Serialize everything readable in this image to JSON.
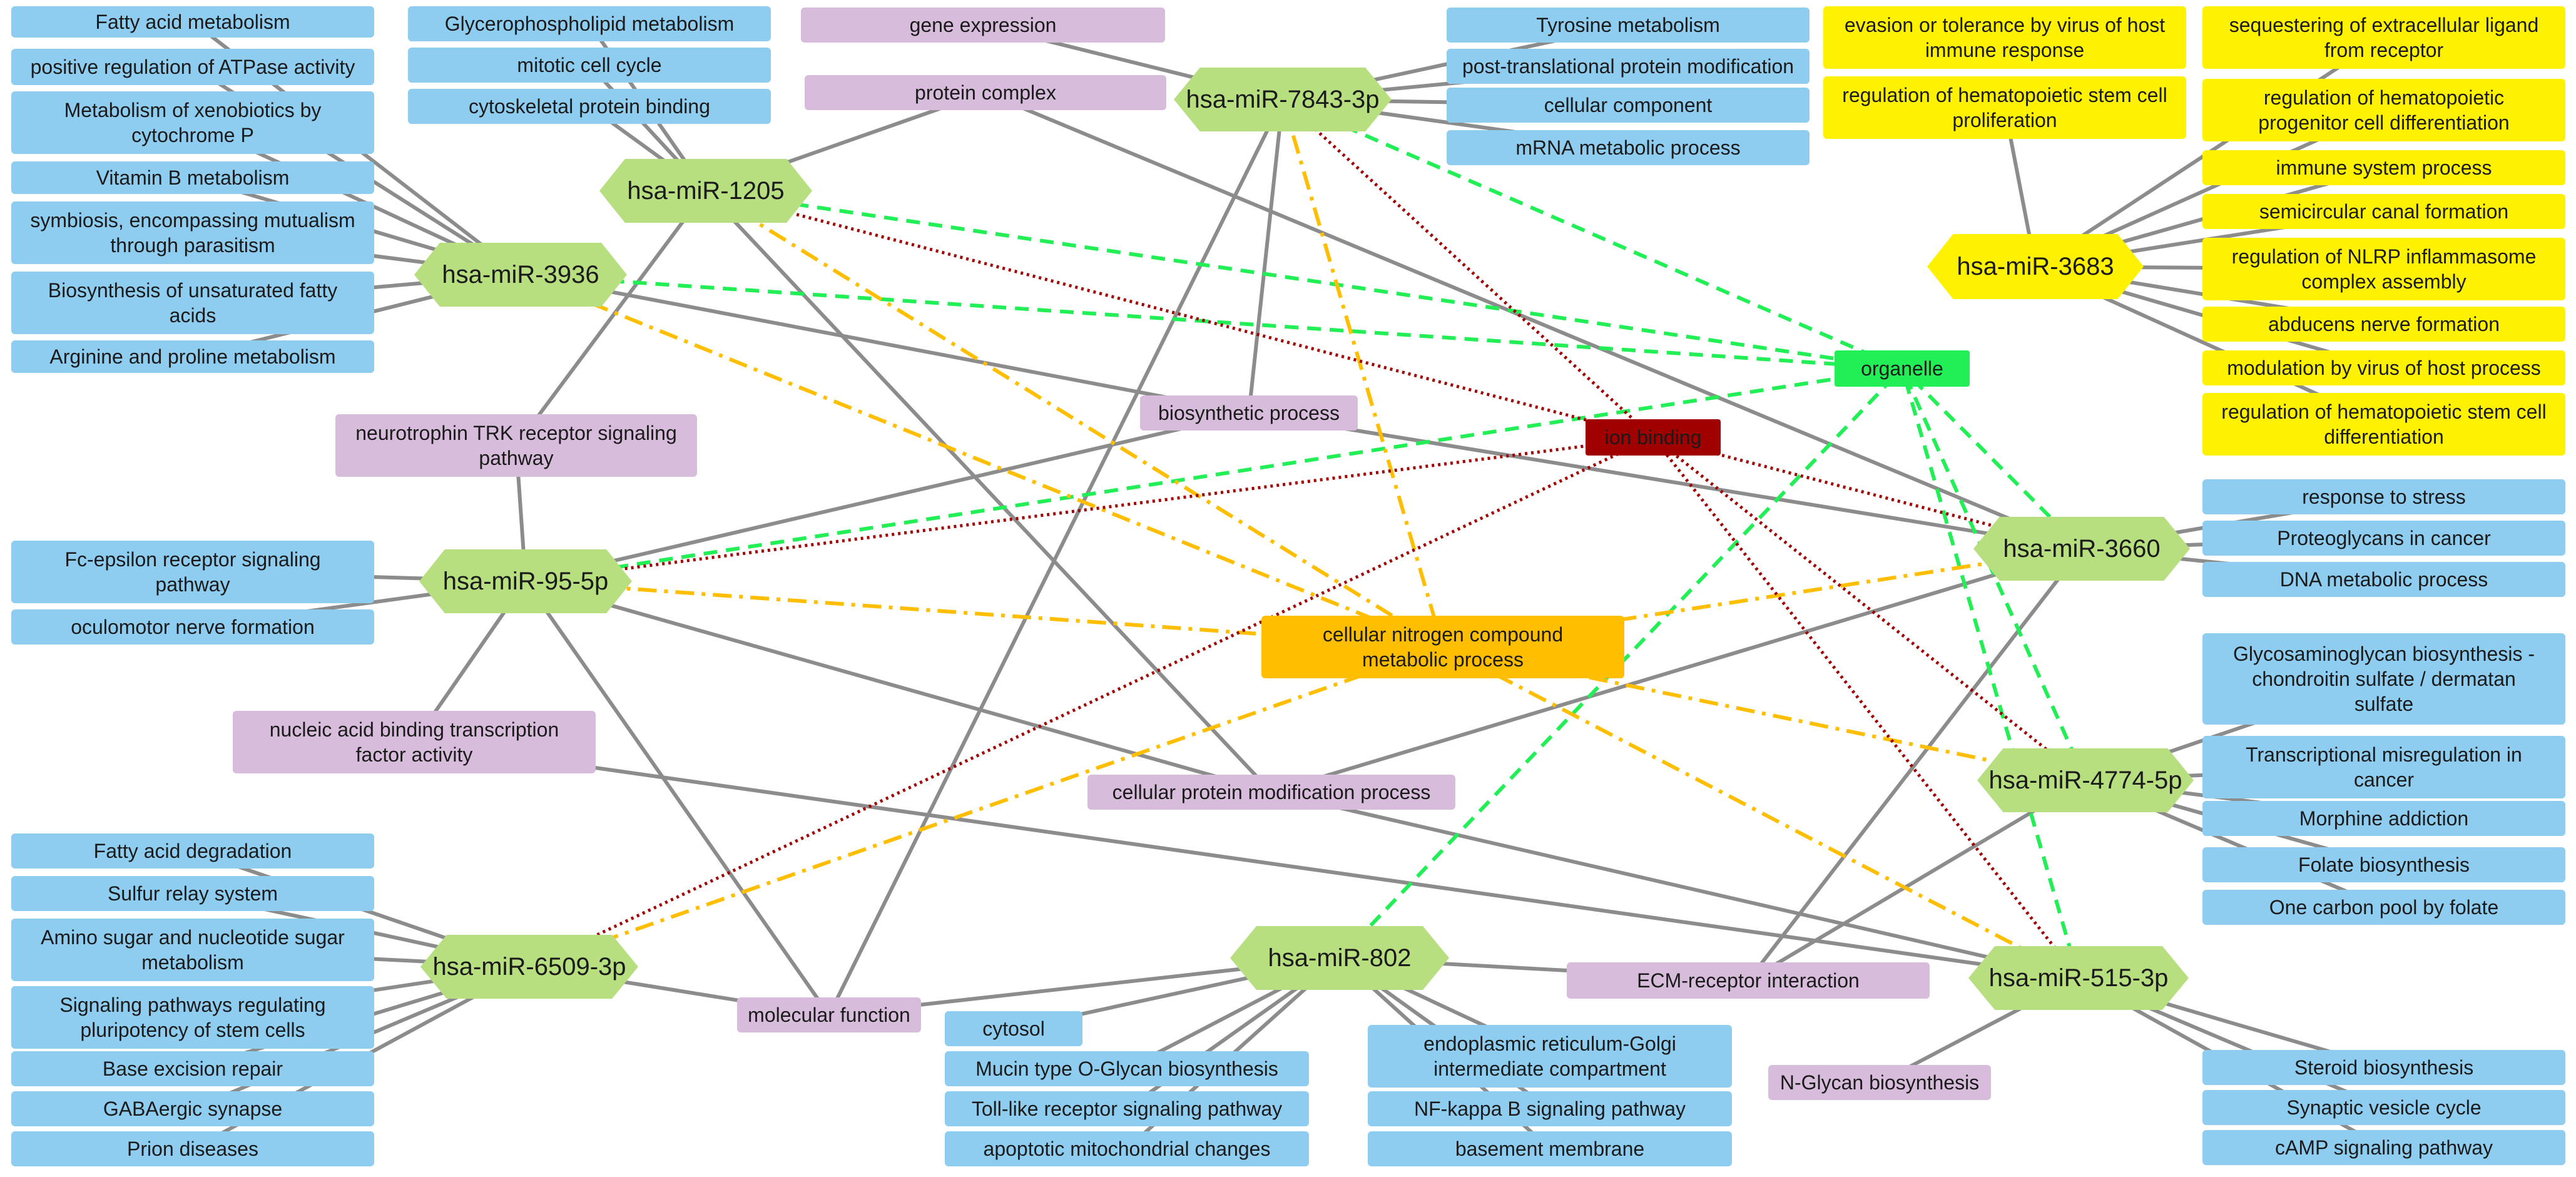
{
  "colors": {
    "grey_edge": "#8c8c8c",
    "green_dash": "#22ee55",
    "orange_dashdot": "#ffbe00",
    "darkred_dot": "#a00000",
    "mirna_node": "#b7df80",
    "kegg_node": "#8ecdf0",
    "go_node": "#d8bcdc",
    "yellow_node": "#fff200"
  },
  "nodes": [
    {
      "id": "fatty_acid_metabolism",
      "label": "Fatty acid metabolism",
      "style": "blue"
    },
    {
      "id": "pos_reg_atpase",
      "label": "positive regulation of ATPase activity",
      "style": "blue"
    },
    {
      "id": "xenobiotics",
      "label": "Metabolism of xenobiotics by\ncytochrome P",
      "style": "blue"
    },
    {
      "id": "vitamin_b",
      "label": "Vitamin B metabolism",
      "style": "blue"
    },
    {
      "id": "symbiosis",
      "label": "symbiosis, encompassing mutualism\nthrough parasitism",
      "style": "blue"
    },
    {
      "id": "unsat_fatty",
      "label": "Biosynthesis of unsaturated fatty\nacids",
      "style": "blue"
    },
    {
      "id": "arginine",
      "label": "Arginine and proline metabolism",
      "style": "blue"
    },
    {
      "id": "glycerophospho",
      "label": "Glycerophospholipid metabolism",
      "style": "blue"
    },
    {
      "id": "mitotic",
      "label": "mitotic cell cycle",
      "style": "blue"
    },
    {
      "id": "cytoskeletal",
      "label": "cytoskeletal protein binding",
      "style": "blue"
    },
    {
      "id": "gene_expression",
      "label": "gene expression",
      "style": "purple"
    },
    {
      "id": "protein_complex",
      "label": "protein complex",
      "style": "purple"
    },
    {
      "id": "tyrosine",
      "label": "Tyrosine metabolism",
      "style": "blue"
    },
    {
      "id": "ptm",
      "label": "post-translational protein modification",
      "style": "blue"
    },
    {
      "id": "cell_component",
      "label": "cellular component",
      "style": "blue"
    },
    {
      "id": "mrna_metabolic",
      "label": "mRNA metabolic process",
      "style": "blue"
    },
    {
      "id": "evasion",
      "label": "evasion or tolerance by virus of host\nimmune response",
      "style": "yellow"
    },
    {
      "id": "reg_hsc_prolif",
      "label": "regulation of hematopoietic stem cell\nproliferation",
      "style": "yellow"
    },
    {
      "id": "sequestering",
      "label": "sequestering of extracellular ligand\nfrom receptor",
      "style": "yellow"
    },
    {
      "id": "reg_hpcd",
      "label": "regulation of hematopoietic\nprogenitor cell differentiation",
      "style": "yellow"
    },
    {
      "id": "immune",
      "label": "immune system process",
      "style": "yellow"
    },
    {
      "id": "semicircular",
      "label": "semicircular canal formation",
      "style": "yellow"
    },
    {
      "id": "nlrp",
      "label": "regulation of NLRP inflammasome\ncomplex assembly",
      "style": "yellow"
    },
    {
      "id": "abducens",
      "label": "abducens nerve formation",
      "style": "yellow"
    },
    {
      "id": "modulation_virus",
      "label": "modulation by virus of host process",
      "style": "yellow"
    },
    {
      "id": "reg_hsc_diff",
      "label": "regulation of hematopoietic stem cell\ndifferentiation",
      "style": "yellow"
    },
    {
      "id": "organelle",
      "label": "organelle",
      "style": "green"
    },
    {
      "id": "ion_binding",
      "label": "ion binding",
      "style": "darkred"
    },
    {
      "id": "biosynthetic",
      "label": "biosynthetic process",
      "style": "purple"
    },
    {
      "id": "neurotrophin",
      "label": "neurotrophin TRK receptor signaling\npathway",
      "style": "purple"
    },
    {
      "id": "fc_epsilon",
      "label": "Fc-epsilon receptor signaling\npathway",
      "style": "blue"
    },
    {
      "id": "oculomotor",
      "label": "oculomotor nerve formation",
      "style": "blue"
    },
    {
      "id": "cnc",
      "label": "cellular nitrogen compound\nmetabolic process",
      "style": "orange"
    },
    {
      "id": "response_stress",
      "label": "response to stress",
      "style": "blue"
    },
    {
      "id": "proteoglycans",
      "label": "Proteoglycans in cancer",
      "style": "blue"
    },
    {
      "id": "dna_metabolic",
      "label": "DNA metabolic process",
      "style": "blue"
    },
    {
      "id": "nabtf",
      "label": "nucleic acid binding transcription\nfactor activity",
      "style": "purple"
    },
    {
      "id": "cpmp",
      "label": "cellular protein modification process",
      "style": "purple"
    },
    {
      "id": "gag",
      "label": "Glycosaminoglycan biosynthesis -\nchondroitin sulfate / dermatan\nsulfate",
      "style": "blue"
    },
    {
      "id": "transcriptional",
      "label": "Transcriptional misregulation in\ncancer",
      "style": "blue"
    },
    {
      "id": "morphine",
      "label": "Morphine addiction",
      "style": "blue"
    },
    {
      "id": "folate",
      "label": "Folate biosynthesis",
      "style": "blue"
    },
    {
      "id": "one_carbon",
      "label": "One carbon pool by folate",
      "style": "blue"
    },
    {
      "id": "fatty_deg",
      "label": "Fatty acid degradation",
      "style": "blue"
    },
    {
      "id": "sulfur",
      "label": "Sulfur relay system",
      "style": "blue"
    },
    {
      "id": "amino_sugar",
      "label": "Amino sugar and nucleotide sugar\nmetabolism",
      "style": "blue"
    },
    {
      "id": "pluripotency",
      "label": "Signaling pathways regulating\npluripotency of stem cells",
      "style": "blue"
    },
    {
      "id": "base_excision",
      "label": "Base excision repair",
      "style": "blue"
    },
    {
      "id": "gabaergic",
      "label": "GABAergic synapse",
      "style": "blue"
    },
    {
      "id": "prion",
      "label": "Prion diseases",
      "style": "blue"
    },
    {
      "id": "molecular_function",
      "label": "molecular function",
      "style": "purple"
    },
    {
      "id": "cytosol",
      "label": "cytosol",
      "style": "blue"
    },
    {
      "id": "mucin",
      "label": "Mucin type O-Glycan biosynthesis",
      "style": "blue"
    },
    {
      "id": "tlr",
      "label": "Toll-like receptor signaling pathway",
      "style": "blue"
    },
    {
      "id": "apoptotic",
      "label": "apoptotic mitochondrial changes",
      "style": "blue"
    },
    {
      "id": "er_golgi",
      "label": "endoplasmic reticulum-Golgi\nintermediate compartment",
      "style": "blue"
    },
    {
      "id": "nfkb",
      "label": "NF-kappa B signaling pathway",
      "style": "blue"
    },
    {
      "id": "basement",
      "label": "basement membrane",
      "style": "blue"
    },
    {
      "id": "ecm",
      "label": "ECM-receptor interaction",
      "style": "purple"
    },
    {
      "id": "nglycan",
      "label": "N-Glycan biosynthesis",
      "style": "purple"
    },
    {
      "id": "steroid",
      "label": "Steroid biosynthesis",
      "style": "blue"
    },
    {
      "id": "synaptic",
      "label": "Synaptic vesicle cycle",
      "style": "blue"
    },
    {
      "id": "camp",
      "label": "cAMP signaling pathway",
      "style": "blue"
    },
    {
      "id": "mir1205",
      "label": "hsa-miR-1205",
      "style": "mirna"
    },
    {
      "id": "mir3936",
      "label": "hsa-miR-3936",
      "style": "mirna"
    },
    {
      "id": "mir7843",
      "label": "hsa-miR-7843-3p",
      "style": "mirna"
    },
    {
      "id": "mir3683",
      "label": "hsa-miR-3683",
      "style": "mirna-y"
    },
    {
      "id": "mir95",
      "label": "hsa-miR-95-5p",
      "style": "mirna"
    },
    {
      "id": "mir3660",
      "label": "hsa-miR-3660",
      "style": "mirna"
    },
    {
      "id": "mir4774",
      "label": "hsa-miR-4774-5p",
      "style": "mirna"
    },
    {
      "id": "mir6509",
      "label": "hsa-miR-6509-3p",
      "style": "mirna"
    },
    {
      "id": "mir802",
      "label": "hsa-miR-802",
      "style": "mirna"
    },
    {
      "id": "mir515",
      "label": "hsa-miR-515-3p",
      "style": "mirna"
    }
  ],
  "edges": [
    [
      "mir3936",
      "fatty_acid_metabolism",
      "grey"
    ],
    [
      "mir3936",
      "pos_reg_atpase",
      "grey"
    ],
    [
      "mir3936",
      "xenobiotics",
      "grey"
    ],
    [
      "mir3936",
      "vitamin_b",
      "grey"
    ],
    [
      "mir3936",
      "symbiosis",
      "grey"
    ],
    [
      "mir3936",
      "unsat_fatty",
      "grey"
    ],
    [
      "mir3936",
      "arginine",
      "grey"
    ],
    [
      "mir3936",
      "biosynthetic",
      "grey"
    ],
    [
      "mir1205",
      "glycerophospho",
      "grey"
    ],
    [
      "mir1205",
      "mitotic",
      "grey"
    ],
    [
      "mir1205",
      "cytoskeletal",
      "grey"
    ],
    [
      "mir1205",
      "protein_complex",
      "grey"
    ],
    [
      "mir1205",
      "neurotrophin",
      "grey"
    ],
    [
      "mir1205",
      "cpmp",
      "grey"
    ],
    [
      "mir7843",
      "gene_expression",
      "grey"
    ],
    [
      "mir7843",
      "tyrosine",
      "grey"
    ],
    [
      "mir7843",
      "ptm",
      "grey"
    ],
    [
      "mir7843",
      "cell_component",
      "grey"
    ],
    [
      "mir7843",
      "mrna_metabolic",
      "grey"
    ],
    [
      "mir7843",
      "biosynthetic",
      "grey"
    ],
    [
      "mir7843",
      "molecular_function",
      "grey"
    ],
    [
      "mir3683",
      "reg_hsc_prolif",
      "grey"
    ],
    [
      "mir3683",
      "sequestering",
      "grey"
    ],
    [
      "mir3683",
      "reg_hpcd",
      "grey"
    ],
    [
      "mir3683",
      "immune",
      "grey"
    ],
    [
      "mir3683",
      "semicircular",
      "grey"
    ],
    [
      "mir3683",
      "nlrp",
      "grey"
    ],
    [
      "mir3683",
      "abducens",
      "grey"
    ],
    [
      "mir3683",
      "modulation_virus",
      "grey"
    ],
    [
      "mir3683",
      "reg_hsc_diff",
      "grey"
    ],
    [
      "mir95",
      "neurotrophin",
      "grey"
    ],
    [
      "mir95",
      "fc_epsilon",
      "grey"
    ],
    [
      "mir95",
      "oculomotor",
      "grey"
    ],
    [
      "mir95",
      "nabtf",
      "grey"
    ],
    [
      "mir95",
      "biosynthetic",
      "grey"
    ],
    [
      "mir95",
      "cpmp",
      "grey"
    ],
    [
      "mir95",
      "molecular_function",
      "grey"
    ],
    [
      "mir3660",
      "response_stress",
      "grey"
    ],
    [
      "mir3660",
      "proteoglycans",
      "grey"
    ],
    [
      "mir3660",
      "dna_metabolic",
      "grey"
    ],
    [
      "mir3660",
      "protein_complex",
      "grey"
    ],
    [
      "mir3660",
      "biosynthetic",
      "grey"
    ],
    [
      "mir3660",
      "cpmp",
      "grey"
    ],
    [
      "mir3660",
      "ecm",
      "grey"
    ],
    [
      "mir4774",
      "gag",
      "grey"
    ],
    [
      "mir4774",
      "transcriptional",
      "grey"
    ],
    [
      "mir4774",
      "morphine",
      "grey"
    ],
    [
      "mir4774",
      "folate",
      "grey"
    ],
    [
      "mir4774",
      "one_carbon",
      "grey"
    ],
    [
      "mir4774",
      "ecm",
      "grey"
    ],
    [
      "mir6509",
      "fatty_deg",
      "grey"
    ],
    [
      "mir6509",
      "sulfur",
      "grey"
    ],
    [
      "mir6509",
      "amino_sugar",
      "grey"
    ],
    [
      "mir6509",
      "pluripotency",
      "grey"
    ],
    [
      "mir6509",
      "base_excision",
      "grey"
    ],
    [
      "mir6509",
      "gabaergic",
      "grey"
    ],
    [
      "mir6509",
      "prion",
      "grey"
    ],
    [
      "mir6509",
      "molecular_function",
      "grey"
    ],
    [
      "mir802",
      "cytosol",
      "grey"
    ],
    [
      "mir802",
      "mucin",
      "grey"
    ],
    [
      "mir802",
      "tlr",
      "grey"
    ],
    [
      "mir802",
      "apoptotic",
      "grey"
    ],
    [
      "mir802",
      "er_golgi",
      "grey"
    ],
    [
      "mir802",
      "nfkb",
      "grey"
    ],
    [
      "mir802",
      "basement",
      "grey"
    ],
    [
      "mir802",
      "ecm",
      "grey"
    ],
    [
      "mir802",
      "molecular_function",
      "grey"
    ],
    [
      "mir515",
      "nabtf",
      "grey"
    ],
    [
      "mir515",
      "steroid",
      "grey"
    ],
    [
      "mir515",
      "synaptic",
      "grey"
    ],
    [
      "mir515",
      "camp",
      "grey"
    ],
    [
      "mir515",
      "nglycan",
      "grey"
    ],
    [
      "mir515",
      "cpmp",
      "grey"
    ],
    [
      "mir1205",
      "organelle",
      "green"
    ],
    [
      "mir3936",
      "organelle",
      "green"
    ],
    [
      "mir7843",
      "organelle",
      "green"
    ],
    [
      "mir95",
      "organelle",
      "green"
    ],
    [
      "mir802",
      "organelle",
      "green"
    ],
    [
      "mir3660",
      "organelle",
      "green"
    ],
    [
      "mir4774",
      "organelle",
      "green"
    ],
    [
      "mir515",
      "organelle",
      "green"
    ],
    [
      "mir1205",
      "cnc",
      "orange"
    ],
    [
      "mir3936",
      "cnc",
      "orange"
    ],
    [
      "mir7843",
      "cnc",
      "orange"
    ],
    [
      "mir95",
      "cnc",
      "orange"
    ],
    [
      "mir6509",
      "cnc",
      "orange"
    ],
    [
      "mir3660",
      "cnc",
      "orange"
    ],
    [
      "mir4774",
      "cnc",
      "orange"
    ],
    [
      "mir515",
      "cnc",
      "orange"
    ],
    [
      "mir1205",
      "ion_binding",
      "darkred"
    ],
    [
      "mir7843",
      "ion_binding",
      "darkred"
    ],
    [
      "mir95",
      "ion_binding",
      "darkred"
    ],
    [
      "mir6509",
      "ion_binding",
      "darkred"
    ],
    [
      "mir3660",
      "ion_binding",
      "darkred"
    ],
    [
      "mir4774",
      "ion_binding",
      "darkred"
    ],
    [
      "mir515",
      "ion_binding",
      "darkred"
    ]
  ]
}
